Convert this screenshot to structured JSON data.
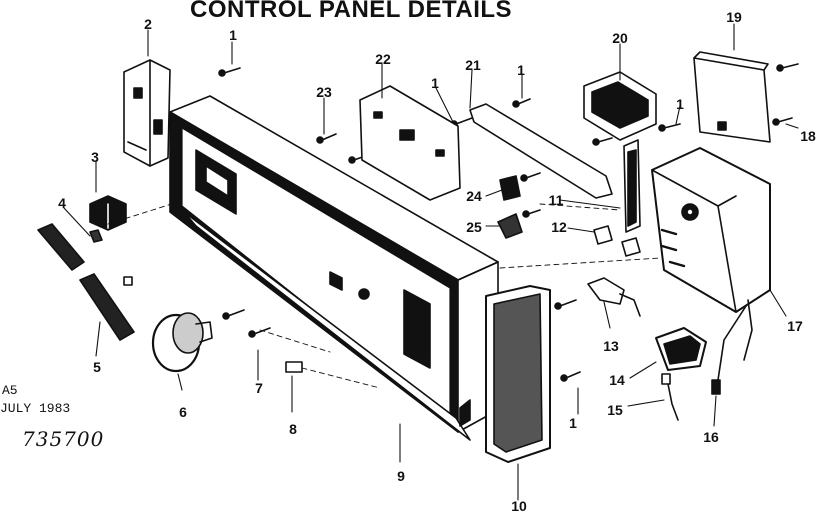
{
  "title": "CONTROL PANEL DETAILS",
  "notes": {
    "code": "A5",
    "date": "JULY 1983",
    "doc_id": "735700"
  },
  "callouts": [
    {
      "id": "c1a",
      "label": "1"
    },
    {
      "id": "c2",
      "label": "2"
    },
    {
      "id": "c3",
      "label": "3"
    },
    {
      "id": "c4",
      "label": "4"
    },
    {
      "id": "c5",
      "label": "5"
    },
    {
      "id": "c6",
      "label": "6"
    },
    {
      "id": "c7",
      "label": "7"
    },
    {
      "id": "c8",
      "label": "8"
    },
    {
      "id": "c9",
      "label": "9"
    },
    {
      "id": "c10",
      "label": "10"
    },
    {
      "id": "c1b",
      "label": "1"
    },
    {
      "id": "c11",
      "label": "11"
    },
    {
      "id": "c12",
      "label": "12"
    },
    {
      "id": "c13",
      "label": "13"
    },
    {
      "id": "c14",
      "label": "14"
    },
    {
      "id": "c15",
      "label": "15"
    },
    {
      "id": "c16",
      "label": "16"
    },
    {
      "id": "c17",
      "label": "17"
    },
    {
      "id": "c18",
      "label": "18"
    },
    {
      "id": "c19",
      "label": "19"
    },
    {
      "id": "c20",
      "label": "20"
    },
    {
      "id": "c1c",
      "label": "1"
    },
    {
      "id": "c1d",
      "label": "1"
    },
    {
      "id": "c21",
      "label": "21"
    },
    {
      "id": "c1e",
      "label": "1"
    },
    {
      "id": "c22",
      "label": "22"
    },
    {
      "id": "c23",
      "label": "23"
    },
    {
      "id": "c24",
      "label": "24"
    },
    {
      "id": "c25",
      "label": "25"
    }
  ]
}
